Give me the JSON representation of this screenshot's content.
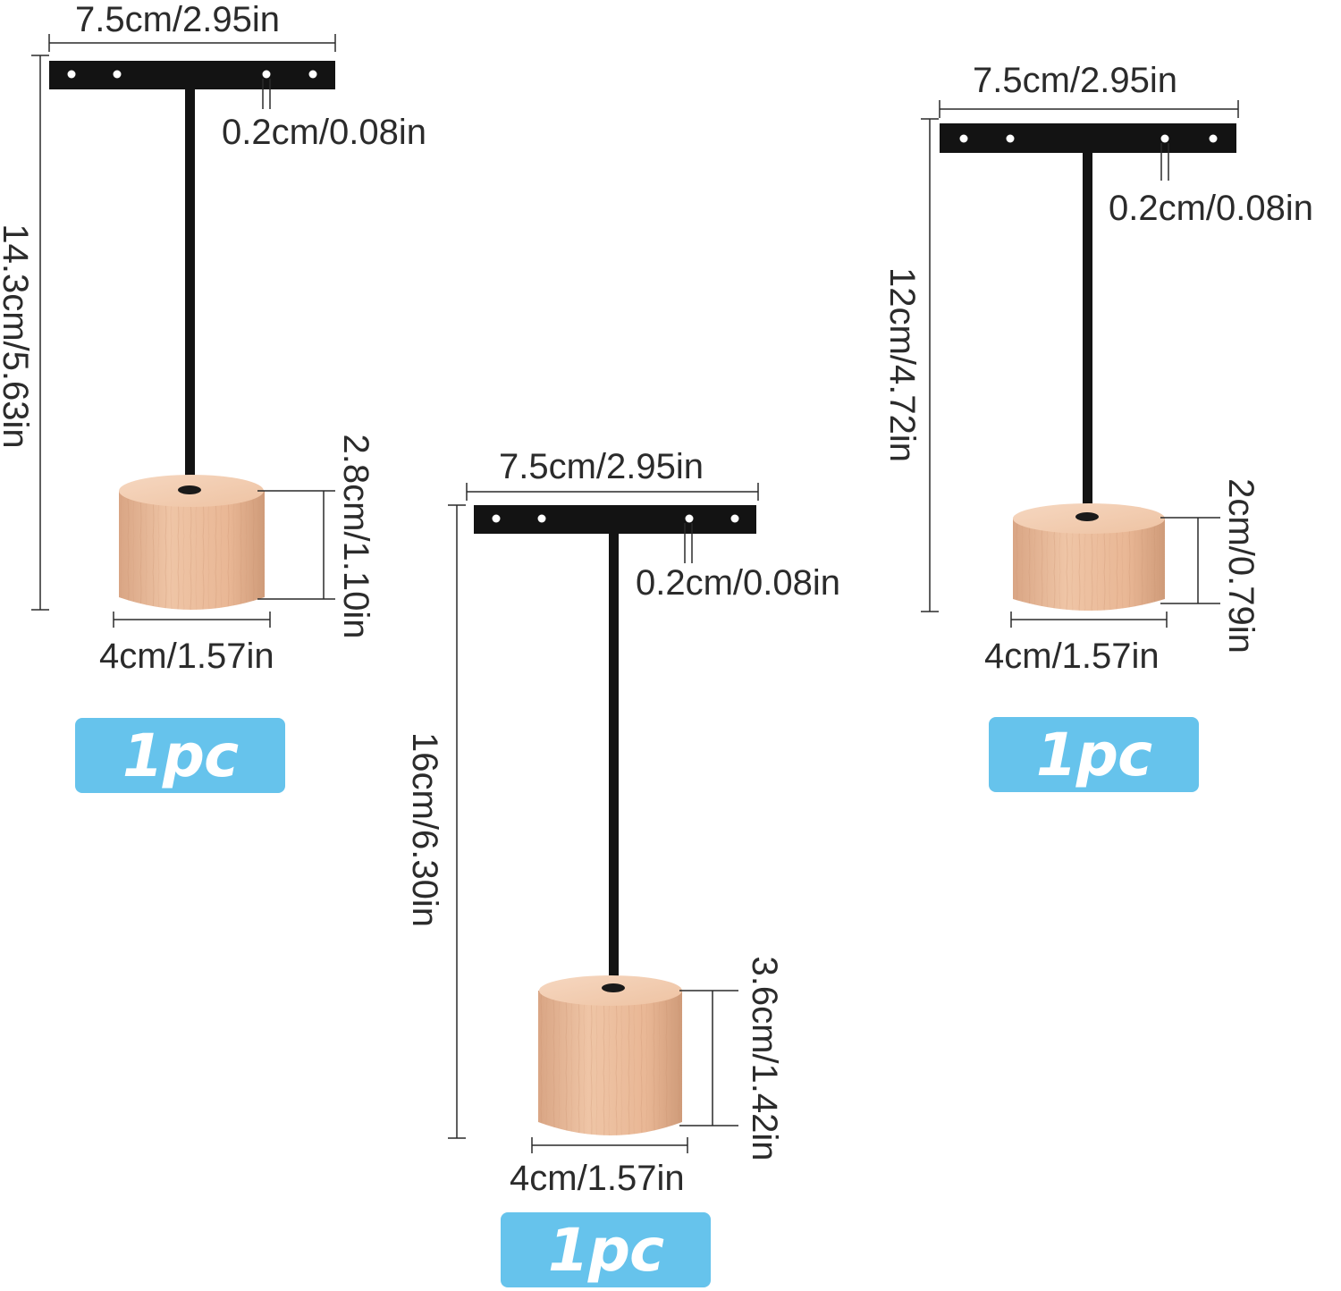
{
  "stands": {
    "large": {
      "top_width": "7.5cm/2.95in",
      "hole": "0.2cm/0.08in",
      "height": "16cm/6.30in",
      "base_height": "3.6cm/1.42in",
      "base_width": "4cm/1.57in",
      "qty": "1pc"
    },
    "medium": {
      "top_width": "7.5cm/2.95in",
      "hole": "0.2cm/0.08in",
      "height": "14.3cm/5.63in",
      "base_height": "2.8cm/1.10in",
      "base_width": "4cm/1.57in",
      "qty": "1pc"
    },
    "small": {
      "top_width": "7.5cm/2.95in",
      "hole": "0.2cm/0.08in",
      "height": "12cm/4.72in",
      "base_height": "2cm/0.79in",
      "base_width": "4cm/1.57in",
      "qty": "1pc"
    }
  },
  "colors": {
    "metal": "#131313",
    "wood": "#e8b896",
    "badge": "#66c3ec",
    "dimension_line": "#2a2a2a"
  }
}
